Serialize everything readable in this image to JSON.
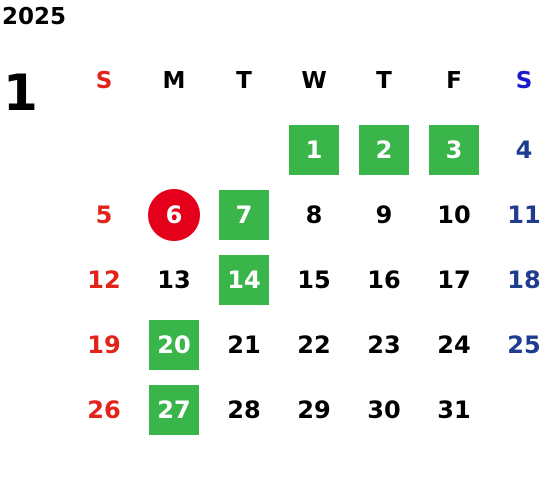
{
  "year": "2025",
  "month": "1",
  "colors": {
    "sunday": "#e2231a",
    "saturday": "#1f3c8f",
    "highlight_green": "#3ab54a",
    "highlight_red": "#e4001b",
    "weekday_header_sun": "#e2231a",
    "weekday_header_sat": "#1a1acc"
  },
  "weekdays": [
    "S",
    "M",
    "T",
    "W",
    "T",
    "F",
    "S"
  ],
  "weeks": [
    [
      {
        "day": "",
        "style": "empty"
      },
      {
        "day": "",
        "style": "empty"
      },
      {
        "day": "",
        "style": "empty"
      },
      {
        "day": "1",
        "style": "green"
      },
      {
        "day": "2",
        "style": "green"
      },
      {
        "day": "3",
        "style": "green"
      },
      {
        "day": "4",
        "style": "sat"
      }
    ],
    [
      {
        "day": "5",
        "style": "sun"
      },
      {
        "day": "6",
        "style": "red"
      },
      {
        "day": "7",
        "style": "green"
      },
      {
        "day": "8",
        "style": "normal"
      },
      {
        "day": "9",
        "style": "normal"
      },
      {
        "day": "10",
        "style": "normal"
      },
      {
        "day": "11",
        "style": "sat"
      }
    ],
    [
      {
        "day": "12",
        "style": "sun"
      },
      {
        "day": "13",
        "style": "normal"
      },
      {
        "day": "14",
        "style": "green"
      },
      {
        "day": "15",
        "style": "normal"
      },
      {
        "day": "16",
        "style": "normal"
      },
      {
        "day": "17",
        "style": "normal"
      },
      {
        "day": "18",
        "style": "sat"
      }
    ],
    [
      {
        "day": "19",
        "style": "sun"
      },
      {
        "day": "20",
        "style": "green"
      },
      {
        "day": "21",
        "style": "normal"
      },
      {
        "day": "22",
        "style": "normal"
      },
      {
        "day": "23",
        "style": "normal"
      },
      {
        "day": "24",
        "style": "normal"
      },
      {
        "day": "25",
        "style": "sat"
      }
    ],
    [
      {
        "day": "26",
        "style": "sun"
      },
      {
        "day": "27",
        "style": "green"
      },
      {
        "day": "28",
        "style": "normal"
      },
      {
        "day": "29",
        "style": "normal"
      },
      {
        "day": "30",
        "style": "normal"
      },
      {
        "day": "31",
        "style": "normal"
      },
      {
        "day": "",
        "style": "empty"
      }
    ]
  ]
}
